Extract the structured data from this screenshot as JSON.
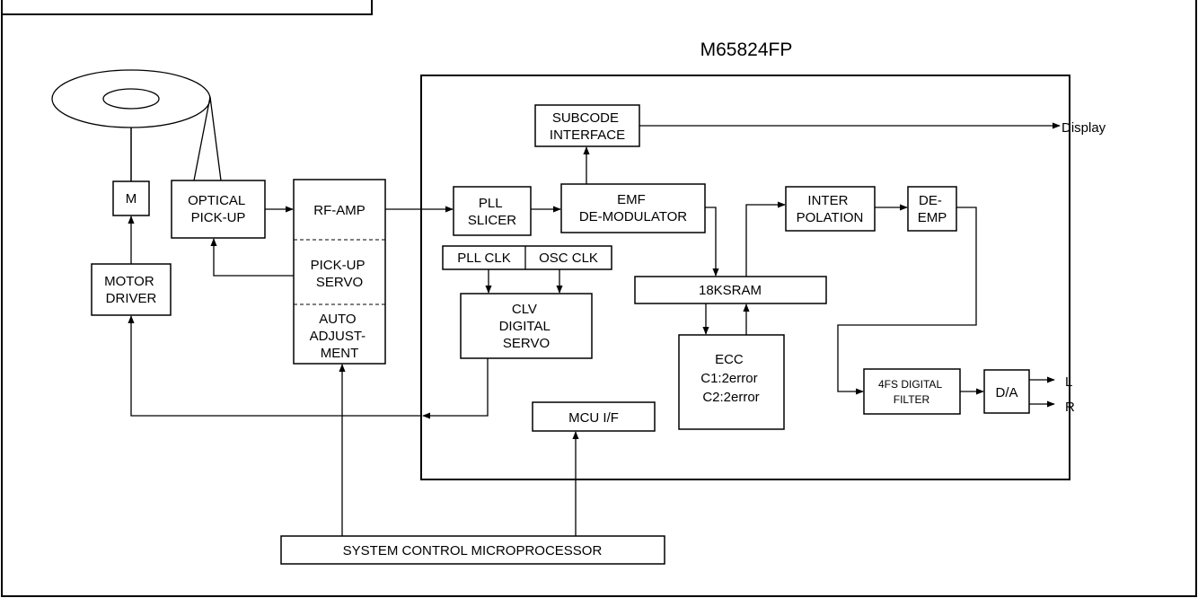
{
  "chip": {
    "name": "M65824FP"
  },
  "blocks": {
    "motor": "M",
    "motor_driver": [
      "MOTOR",
      "DRIVER"
    ],
    "optical_pickup": [
      "OPTICAL",
      "PICK-UP"
    ],
    "rf_amp": "RF-AMP",
    "pickup_servo": [
      "PICK-UP",
      "SERVO"
    ],
    "auto_adjustment": [
      "AUTO",
      "ADJUST-",
      "MENT"
    ],
    "subcode_interface": [
      "SUBCODE",
      "INTERFACE"
    ],
    "pll_slicer": [
      "PLL",
      "SLICER"
    ],
    "emf_demodulator": [
      "EMF",
      "DE-MODULATOR"
    ],
    "interpolation": [
      "INTER",
      "POLATION"
    ],
    "de_emp": [
      "DE-",
      "EMP"
    ],
    "pll_clk": "PLL CLK",
    "osc_clk": "OSC CLK",
    "clv_digital_servo": [
      "CLV",
      "DIGITAL",
      "SERVO"
    ],
    "sram": "18KSRAM",
    "ecc": [
      "ECC",
      "C1:2error",
      "C2:2error"
    ],
    "digital_filter": [
      "4FS DIGITAL",
      "FILTER"
    ],
    "da": "D/A",
    "mcu_if": "MCU I/F",
    "system_control": "SYSTEM CONTROL MICROPROCESSOR"
  },
  "outputs": {
    "display": "Display",
    "left": "L",
    "right": "R"
  }
}
